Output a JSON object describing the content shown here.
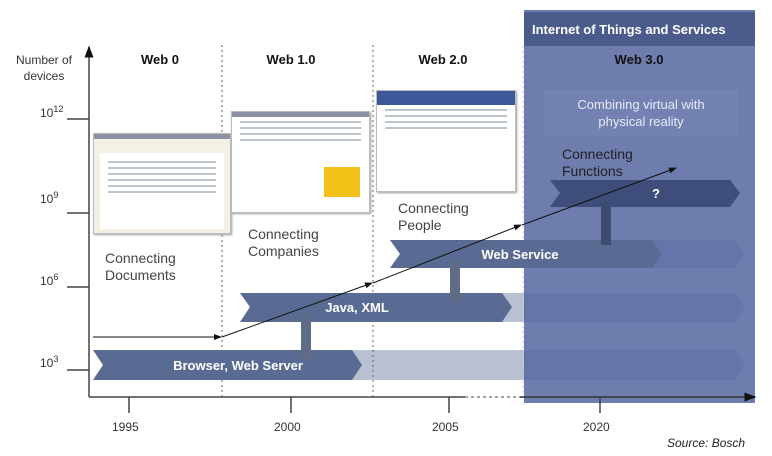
{
  "axis": {
    "y_label": "Number of devices",
    "y_ticks": [
      "10^3",
      "10^6",
      "10^9",
      "10^12"
    ],
    "x_ticks": [
      "1995",
      "2000",
      "2005",
      "2020"
    ]
  },
  "eras": [
    "Web 0",
    "Web 1.0",
    "Web 2.0",
    "Web 3.0"
  ],
  "iot_title": "Internet of Things and Services",
  "web3_box": "Combining virtual with physical reality",
  "captions": [
    "Connecting Documents",
    "Connecting Companies",
    "Connecting People",
    "Connecting Functions"
  ],
  "bands": [
    "Browser, Web Server",
    "Java, XML",
    "Web Service",
    "?"
  ],
  "source": "Source: Bosch",
  "colors": {
    "band": "#56678f",
    "band_light": "#b4bccf",
    "panel": "#5a6aa3",
    "panel_header": "#4b5b8c"
  }
}
